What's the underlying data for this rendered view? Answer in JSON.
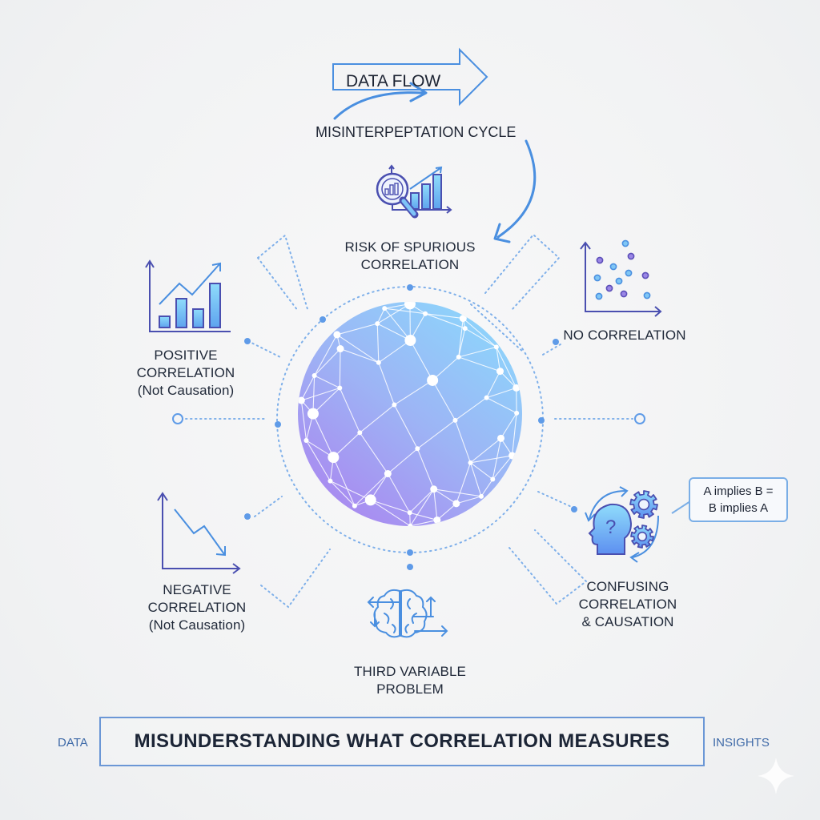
{
  "header": {
    "flow_label": "DATA FLOW",
    "cycle_label": "MISINTERPEPTATION CYCLE"
  },
  "nodes": {
    "spurious": {
      "lines": [
        "RISK OF SPURIOUS",
        "CORRELATION"
      ],
      "icon": "magnifier-chart-icon"
    },
    "positive": {
      "lines": [
        "POSITIVE",
        "CORRELATION",
        "(Not Causation)"
      ],
      "icon": "bar-chart-up-icon"
    },
    "none": {
      "lines": [
        "NO CORRELATION"
      ],
      "icon": "scatter-plot-icon"
    },
    "negative": {
      "lines": [
        "NEGATIVE",
        "CORRELATION",
        "(Not Causation)"
      ],
      "icon": "trend-down-icon"
    },
    "confusing": {
      "lines": [
        "CONFUSING",
        "CORRELATION",
        "& CAUSATION"
      ],
      "icon": "head-gears-icon"
    },
    "third": {
      "lines": [
        "THIRD VARIABLE",
        "PROBLEM"
      ],
      "icon": "brain-arrows-icon"
    }
  },
  "callout": {
    "lines": [
      "A implies B =",
      "B implies A"
    ]
  },
  "footer": {
    "left": "DATA",
    "title": "MISUNDERSTANDING WHAT CORRELATION MEASURES",
    "right": "INSIGHTS"
  },
  "colors": {
    "accent": "#4a8fe0",
    "line_dot": "#7fb0ea",
    "indigo": "#4a4fb0",
    "text": "#1d2433",
    "sphere_top": "#8fd0fb",
    "sphere_bottom": "#a88bf0"
  }
}
